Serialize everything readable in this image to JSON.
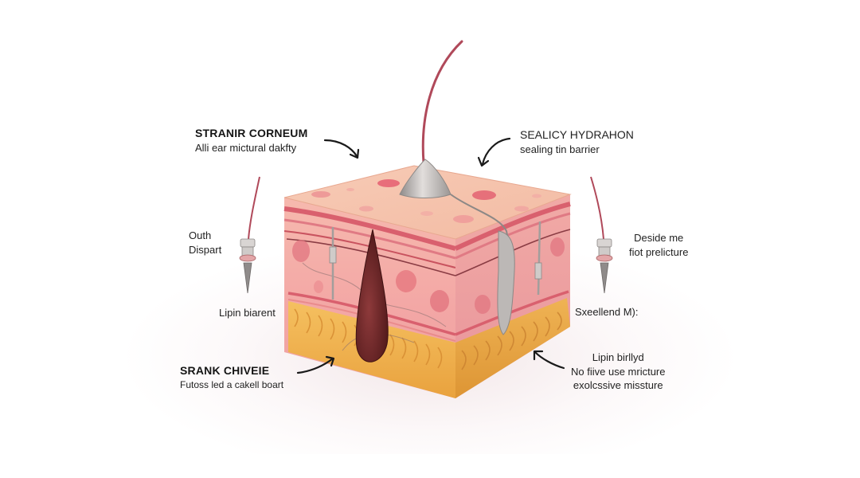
{
  "labels": {
    "stratum_corneum": {
      "title": "STRANIR CORNEUM",
      "subtitle": "Alli ear mictural dakfty"
    },
    "sealing_hydration": {
      "title": "SEALICY HYDRAHON",
      "subtitle": "sealing tin barrier"
    },
    "outh_dispart": {
      "line1": "Outh",
      "line2": "Dispart"
    },
    "deside_me": {
      "line1": "Deside me",
      "line2": "fiot prelicture"
    },
    "lipin_left": "Lipin biarent",
    "swelled": "Sxeellend M):",
    "srank_chiveie": {
      "title": "SRANK CHIVEIE",
      "subtitle": "Futoss led a cakell boart"
    },
    "lipin_right": {
      "line1": "Lipin birllyd",
      "line2": "No fiive use mricture",
      "line3": "exolcssive missture"
    }
  },
  "colors": {
    "top_face": "#f6c7b2",
    "dermis": "#f0a8a8",
    "dermis_band": "#d9606e",
    "fat_layer": "#f0b24e",
    "follicle": "#6e2326",
    "hair_shaft": "#b0495a",
    "metal": "#b8b4b2",
    "arrow": "#1a1a1a"
  },
  "icons": [
    "hair-icon",
    "follicle-icon",
    "hair-sensor-probe-icon",
    "curved-arrow-icon"
  ]
}
